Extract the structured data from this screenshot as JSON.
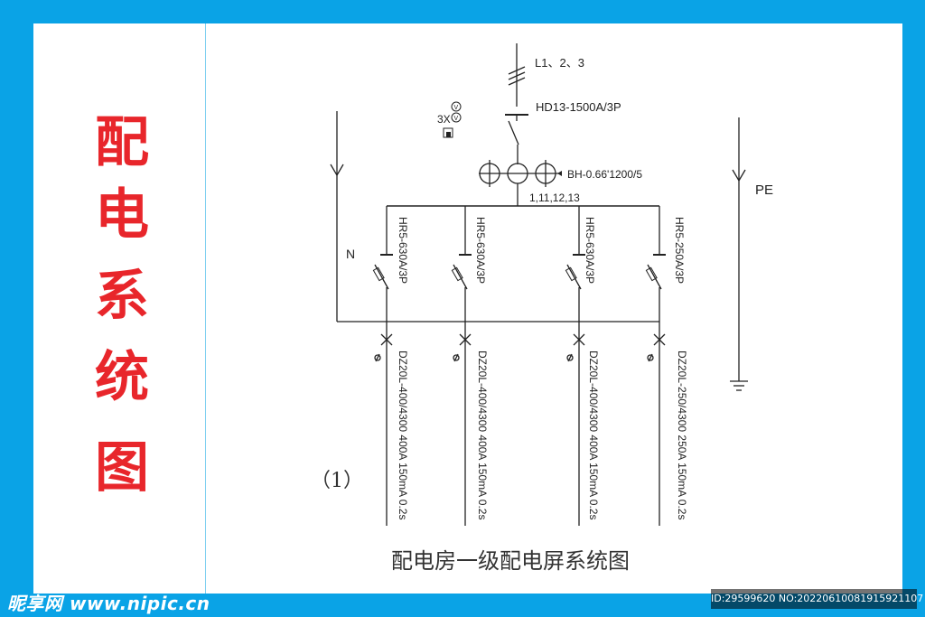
{
  "side_title": [
    "配",
    "电",
    "系",
    "统",
    "图"
  ],
  "labels": {
    "l123": "L1、2、3",
    "main_switch": "HD13-1500A/3P",
    "meter": "3X",
    "ct": "BH-0.66'1200/5",
    "ct_nums": "1,11,12,13",
    "pe": "PE",
    "n": "N",
    "figure_no": "（1）",
    "caption": "配电房一级配电屏系统图"
  },
  "branches": [
    {
      "fuse": "HR5-630A/3P",
      "breaker": "DZ20L-400/4300 400A 150mA 0.2s"
    },
    {
      "fuse": "HR5-630A/3P",
      "breaker": "DZ20L-400/4300 400A 150mA 0.2s"
    },
    {
      "fuse": "HR5-630A/3P",
      "breaker": "DZ20L-400/4300 400A 150mA 0.2s"
    },
    {
      "fuse": "HR5-250A/3P",
      "breaker": "DZ20L-250/4300 250A 150mA 0.2s"
    }
  ],
  "watermark": {
    "site": "昵享网 www.nipic.cn",
    "id": "ID:29599620 NO:20220610081915921107"
  },
  "colors": {
    "frame": "#0aa3e6",
    "title": "#e8262b",
    "line": "#222222"
  }
}
